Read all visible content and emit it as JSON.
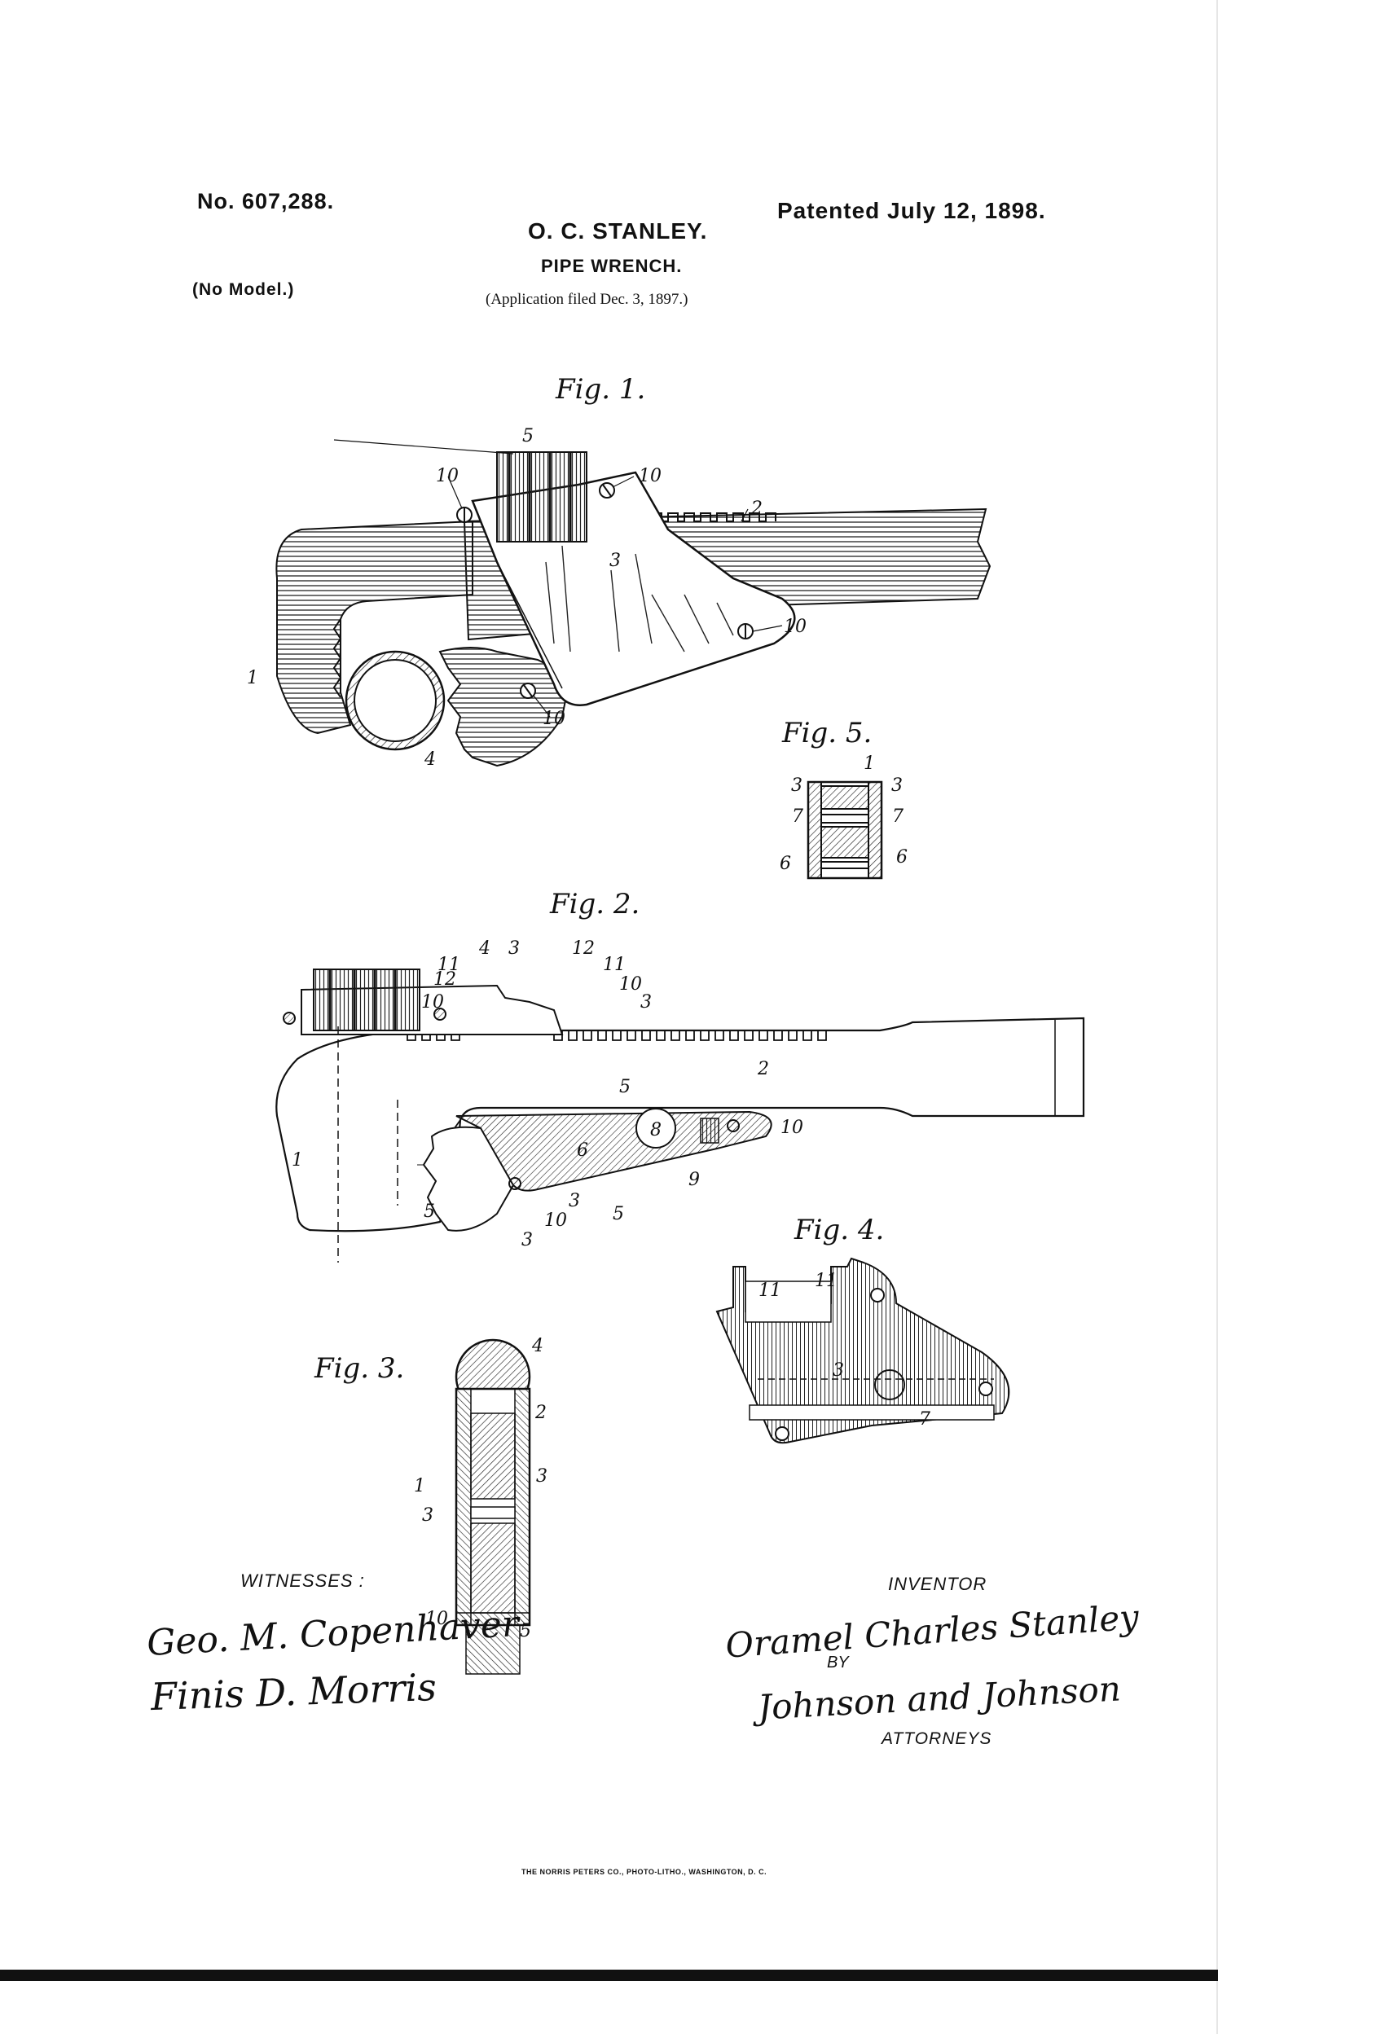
{
  "header": {
    "patent_no": "No. 607,288.",
    "inventor_name": "O. C. STANLEY.",
    "patented_date": "Patented July 12, 1898.",
    "title": "PIPE WRENCH.",
    "no_model": "(No Model.)",
    "application": "(Application filed Dec. 3, 1897.)"
  },
  "figures": {
    "fig1": {
      "label": "Fig. 1.",
      "parts": [
        "1",
        "2",
        "3",
        "4",
        "5",
        "10",
        "10",
        "10",
        "10"
      ]
    },
    "fig2": {
      "label": "Fig. 2.",
      "parts": [
        "1",
        "2",
        "3",
        "3",
        "3",
        "4",
        "5",
        "5",
        "5",
        "6",
        "8",
        "9",
        "10",
        "10",
        "10",
        "10",
        "11",
        "11",
        "12",
        "12"
      ]
    },
    "fig3": {
      "label": "Fig. 3.",
      "parts": [
        "1",
        "2",
        "3",
        "3",
        "4",
        "5",
        "10"
      ]
    },
    "fig4": {
      "label": "Fig. 4.",
      "parts": [
        "3",
        "7",
        "11",
        "11"
      ]
    },
    "fig5": {
      "label": "Fig. 5.",
      "parts": [
        "1",
        "3",
        "3",
        "6",
        "6",
        "7",
        "7"
      ]
    }
  },
  "witnesses": {
    "heading": "WITNESSES :",
    "names": [
      "Geo. M. Copenhaver",
      "Finis D. Morris"
    ]
  },
  "inventor": {
    "heading": "INVENTOR",
    "name": "Oramel Charles Stanley",
    "by": "BY",
    "attorneys": "Johnson and Johnson",
    "attorneys_label": "ATTORNEYS"
  },
  "footer": {
    "printer": "THE NORRIS PETERS CO., PHOTO-LITHO., WASHINGTON, D. C."
  }
}
